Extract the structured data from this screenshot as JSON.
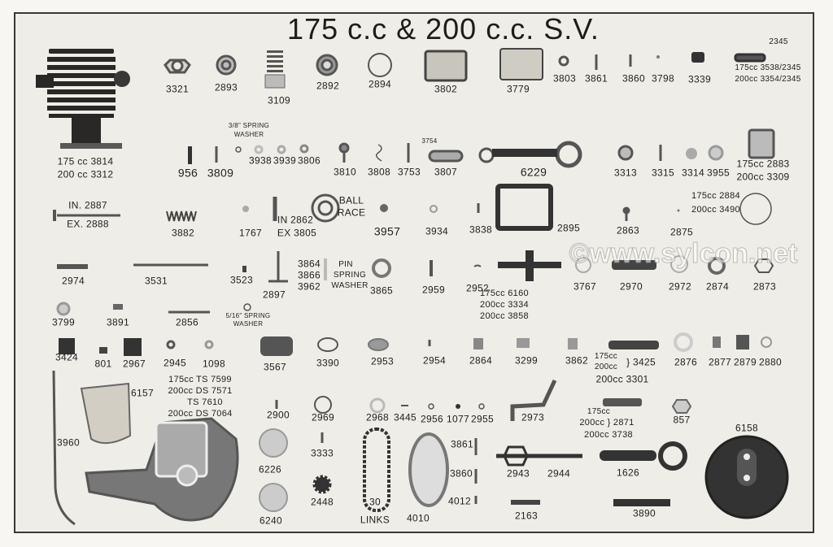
{
  "title": "175 c.c & 200 c.c. S.V.",
  "watermark": "©www.sylcon.net",
  "labels": [
    "3321",
    "2893",
    "3109",
    "2892",
    "2894",
    "3802",
    "3779",
    "3803",
    "3861",
    "3860",
    "3798",
    "3339",
    "2345",
    "175cc 3538/2345",
    "200cc 3354/2345",
    "175 cc 3814",
    "200 cc 3312",
    "956",
    "3809",
    "3/8\" SPRING",
    "WASHER",
    "3938",
    "3939",
    "3806",
    "3810",
    "3808",
    "3753",
    "3754",
    "3807",
    "6229",
    "3313",
    "3315",
    "3314",
    "3955",
    "175cc 2883",
    "200cc 3309",
    "IN. 2887",
    "EX. 2888",
    "3882",
    "1767",
    "IN 2862",
    "EX 3805",
    "BALL",
    "RACE",
    "3957",
    "3934",
    "3838",
    "2895",
    "2863",
    "2875",
    "175cc 2884",
    "200cc 3490",
    "2974",
    "3531",
    "3523",
    "2897",
    "3864",
    "3866",
    "3962",
    "PIN",
    "SPRING",
    "WASHER",
    "3865",
    "2959",
    "2952",
    "175cc 6160",
    "200cc 3334",
    "200cc 3858",
    "3767",
    "2970",
    "2972",
    "2874",
    "2873",
    "3799",
    "3891",
    "2856",
    "5/16\" SPRING",
    "WASHER",
    "3424",
    "801",
    "2967",
    "2945",
    "1098",
    "3567",
    "3390",
    "2953",
    "2954",
    "2864",
    "3299",
    "3862",
    "175cc",
    "200cc",
    "} 3425",
    "200cc 3301",
    "2876",
    "2877",
    "2879",
    "2880",
    "3960",
    "6157",
    "175cc TS 7599",
    "200cc DS 7571",
    "TS 7610",
    "200cc DS 7064",
    "2900",
    "2969",
    "2968",
    "3445",
    "2956",
    "1077",
    "2955",
    "3861",
    "3860",
    "4012",
    "4010",
    "30",
    "LINKS",
    "6226",
    "6240",
    "3333",
    "2448",
    "2973",
    "175cc",
    "200cc } 2871",
    "200cc 3738",
    "857",
    "6158",
    "2943",
    "2944",
    "1626",
    "2163",
    "3890"
  ]
}
